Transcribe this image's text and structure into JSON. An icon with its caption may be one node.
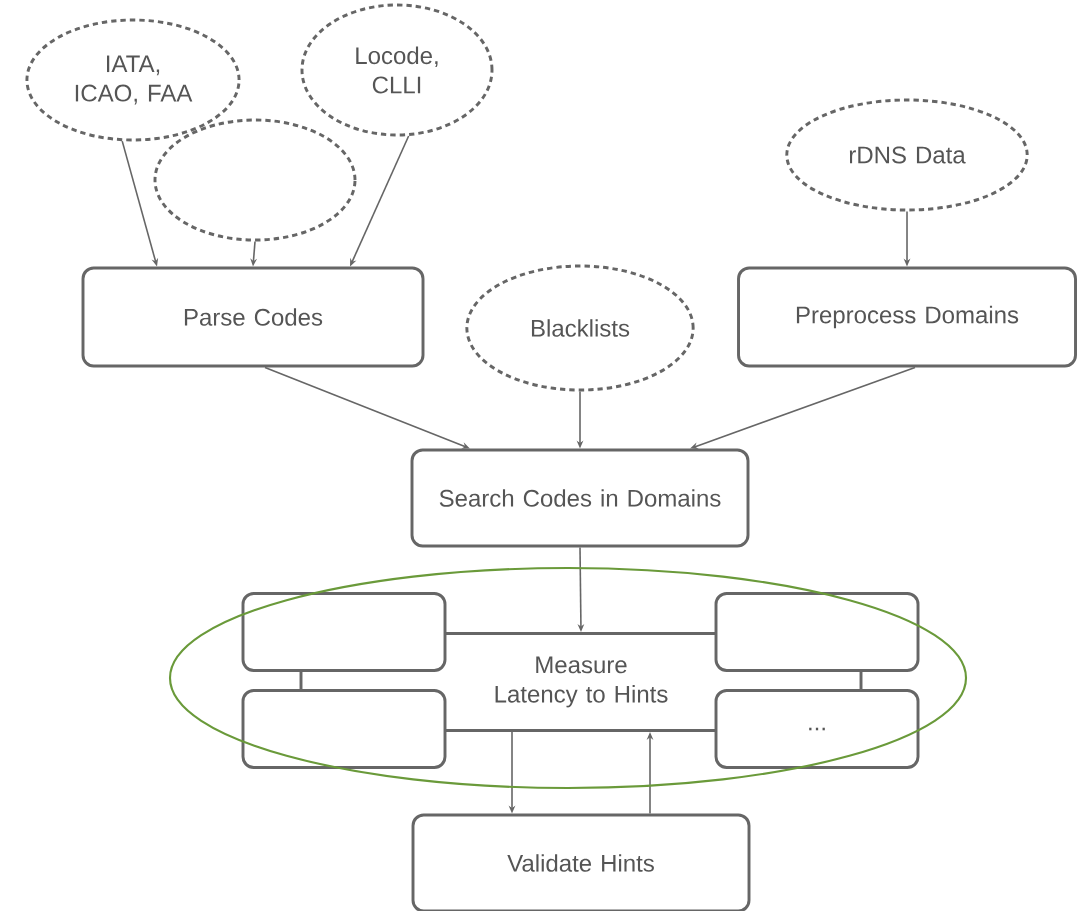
{
  "diagram": {
    "nodes": [
      {
        "text": [
          "IATA, ICAO, FAA"
        ]
      },
      {
        "text": [],
        "shape": "ellipse"
      },
      {
        "text": [
          "Locode, CLLI"
        ]
      },
      {
        "text": [
          "rDNS Data"
        ]
      },
      {
        "text": [
          "Parse Codes"
        ]
      },
      {
        "text": [
          "Blacklists"
        ]
      },
      {
        "text": [
          "Preprocess Domains"
        ]
      },
      {
        "text": [
          "Search Codes in Domains"
        ]
      },
      {
        "text": [
          "Measure Latency to Hints"
        ]
      },
      {
        "text": [],
        "shape": "box"
      },
      {
        "text": [],
        "shape": "box"
      },
      {
        "text": [],
        "shape": "box"
      },
      {
        "text": [
          "..."
        ]
      },
      {
        "text": [
          "Validate Hints"
        ]
      }
    ],
    "edges": [
      {
        "from": 0,
        "to": 4,
        "arrow": "to"
      },
      {
        "from": 1,
        "to": 4,
        "arrow": "to"
      },
      {
        "from": 2,
        "to": 4,
        "arrow": "to"
      },
      {
        "from": 3,
        "to": 6,
        "arrow": "to"
      },
      {
        "from": 4,
        "to": 7,
        "arrow": "to"
      },
      {
        "from": 5,
        "to": 7,
        "arrow": "to"
      },
      {
        "from": 6,
        "to": 7,
        "arrow": "to"
      },
      {
        "from": 7,
        "to": 8,
        "arrow": "to"
      },
      {
        "from": 8,
        "to": 13,
        "arrow": "to"
      },
      {
        "from": 13,
        "to": 8,
        "arrow": "to"
      }
    ]
  }
}
